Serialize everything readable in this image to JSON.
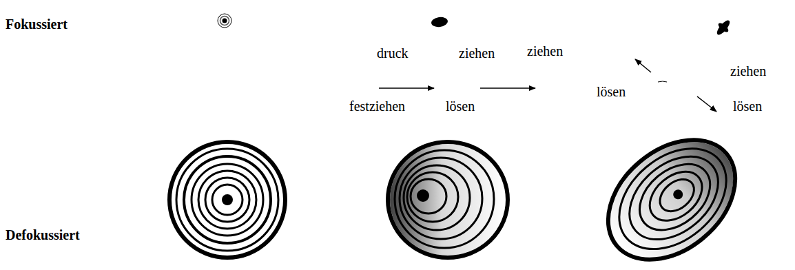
{
  "diagram": {
    "labels": [
      "Fokussiert",
      "druck",
      "ziehen",
      "ziehen",
      "ziehen",
      "festziehen",
      "lösen",
      "lösen",
      "lösen",
      "Defokussiert"
    ]
  }
}
